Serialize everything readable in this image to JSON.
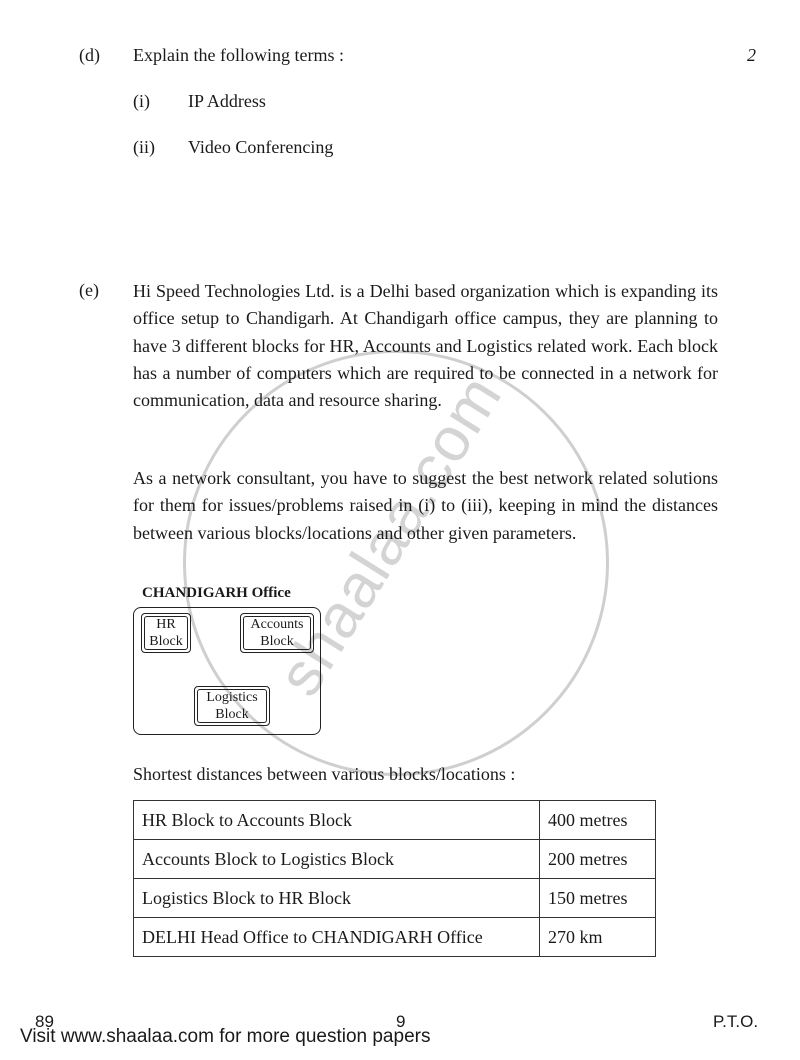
{
  "question_d": {
    "label": "(d)",
    "text": "Explain the following terms :",
    "marks": "2",
    "items": [
      {
        "num": "(i)",
        "text": "IP Address"
      },
      {
        "num": "(ii)",
        "text": "Video Conferencing"
      }
    ]
  },
  "question_e": {
    "label": "(e)",
    "para1": "Hi Speed Technologies Ltd. is a Delhi based organization which is expanding its office setup to Chandigarh. At Chandigarh office campus, they are planning to have 3 different blocks for HR, Accounts and Logistics related work. Each block has a number of computers which are required to be connected in a network for communication, data and resource sharing.",
    "para2": "As a network consultant, you have to suggest the best network related solutions for them for issues/problems raised in (i) to (iii), keeping in mind the distances between various blocks/locations and other given parameters.",
    "diagram": {
      "title": "CHANDIGARH Office",
      "hr_line1": "HR",
      "hr_line2": "Block",
      "acc_line1": "Accounts",
      "acc_line2": "Block",
      "log_line1": "Logistics",
      "log_line2": "Block"
    },
    "distances_heading": "Shortest distances between various blocks/locations :",
    "distances": [
      {
        "route": "HR Block to Accounts Block",
        "distance": "400 metres"
      },
      {
        "route": "Accounts Block to Logistics Block",
        "distance": "200 metres"
      },
      {
        "route": "Logistics Block to HR Block",
        "distance": "150 metres"
      },
      {
        "route": "DELHI Head Office to CHANDIGARH Office",
        "distance": "270 km"
      }
    ]
  },
  "watermark": "shaalaa.com",
  "footer": {
    "code": "89",
    "page": "9",
    "pto": "P.T.O.",
    "visit": "Visit www.shaalaa.com for more question papers"
  }
}
